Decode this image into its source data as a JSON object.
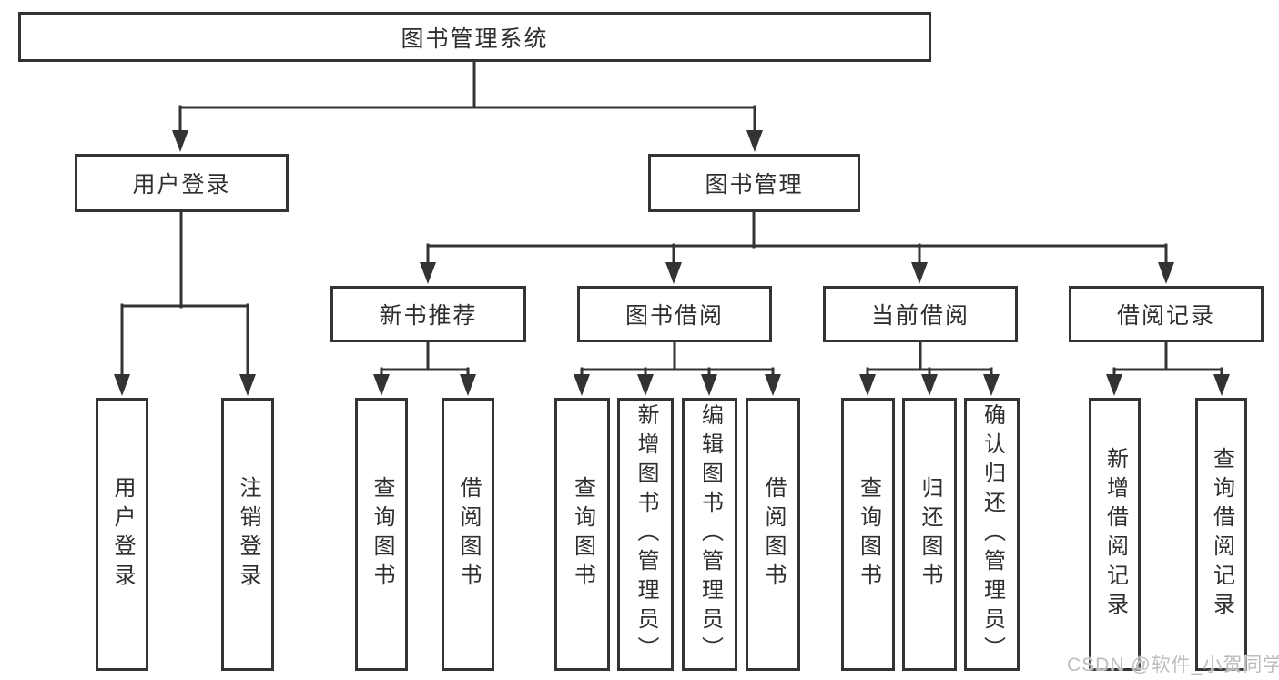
{
  "diagram": {
    "root": {
      "label": "图书管理系统"
    },
    "level2": [
      {
        "label": "用户登录"
      },
      {
        "label": "图书管理"
      }
    ],
    "level3": [
      {
        "label": "新书推荐"
      },
      {
        "label": "图书借阅"
      },
      {
        "label": "当前借阅"
      },
      {
        "label": "借阅记录"
      }
    ],
    "leaves": [
      {
        "label": "用户登录",
        "parent": "用户登录"
      },
      {
        "label": "注销登录",
        "parent": "用户登录"
      },
      {
        "label": "查询图书",
        "parent": "新书推荐"
      },
      {
        "label": "借阅图书",
        "parent": "新书推荐"
      },
      {
        "label": "查询图书",
        "parent": "图书借阅"
      },
      {
        "label": "新增图书（管理员）",
        "parent": "图书借阅"
      },
      {
        "label": "编辑图书（管理员）",
        "parent": "图书借阅"
      },
      {
        "label": "借阅图书",
        "parent": "图书借阅"
      },
      {
        "label": "查询图书",
        "parent": "当前借阅"
      },
      {
        "label": "归还图书",
        "parent": "当前借阅"
      },
      {
        "label": "确认归还（管理员）",
        "parent": "当前借阅"
      },
      {
        "label": "新增借阅记录",
        "parent": "借阅记录"
      },
      {
        "label": "查询借阅记录",
        "parent": "借阅记录"
      }
    ],
    "hierarchy": {
      "图书管理系统": [
        "用户登录",
        "图书管理"
      ],
      "用户登录": [
        "用户登录",
        "注销登录"
      ],
      "图书管理": [
        "新书推荐",
        "图书借阅",
        "当前借阅",
        "借阅记录"
      ],
      "新书推荐": [
        "查询图书",
        "借阅图书"
      ],
      "图书借阅": [
        "查询图书",
        "新增图书（管理员）",
        "编辑图书（管理员）",
        "借阅图书"
      ],
      "当前借阅": [
        "查询图书",
        "归还图书",
        "确认归还（管理员）"
      ],
      "借阅记录": [
        "新增借阅记录",
        "查询借阅记录"
      ]
    },
    "colors": {
      "line": "#333333",
      "box_border": "#333333",
      "box_fill": "#ffffff",
      "text": "#2f2f2f",
      "watermark": "#bdbdbd",
      "background": "#ffffff"
    }
  },
  "watermark": {
    "text": "CSDN @软件_小贺同学"
  }
}
